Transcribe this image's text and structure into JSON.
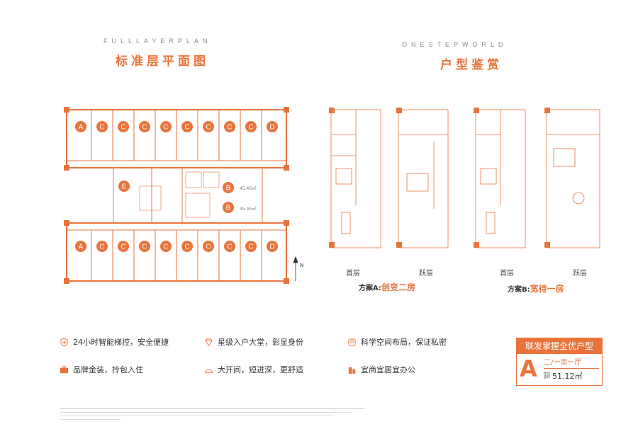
{
  "header": {
    "left_en": "FULLLAYERPLAN",
    "left_cn": "标准层平面图",
    "right_en": "ONESTEPWORLD",
    "right_cn": "户型鉴赏"
  },
  "floorplan": {
    "top_units": [
      "A",
      "C",
      "C",
      "C",
      "C",
      "C",
      "C",
      "C",
      "C",
      "D"
    ],
    "bottom_units": [
      "A",
      "C",
      "C",
      "C",
      "C",
      "C",
      "C",
      "C",
      "C",
      "D"
    ],
    "mid_left_unit": "E",
    "mid_right_units": [
      "B",
      "B"
    ],
    "mid_right_areas": [
      "45.45㎡",
      "45.45㎡"
    ],
    "compass": "N"
  },
  "schemes": {
    "a": {
      "ground_label": "首层",
      "loft_label": "跃层",
      "prefix": "方案A:",
      "name": "创变二房"
    },
    "b": {
      "ground_label": "首层",
      "loft_label": "跃层",
      "prefix": "方案B:",
      "name": "宽待一房"
    }
  },
  "features": [
    {
      "icon": "shield-icon",
      "text": "24小时智能梯控，安全便捷"
    },
    {
      "icon": "diamond-icon",
      "text": "星级入户大堂，彰显身份"
    },
    {
      "icon": "layout-icon",
      "text": "科学空间布局，保证私密"
    },
    {
      "icon": "briefcase-icon",
      "text": "品牌金装，拎包入住"
    },
    {
      "icon": "arch-icon",
      "text": "大开间，短进深，更舒适"
    },
    {
      "icon": "building-icon",
      "text": "宜商宜居宜办公"
    }
  ],
  "badge": {
    "title": "联发掌握全优户型",
    "letter": "A",
    "type": "二/一房一厅",
    "area_label": "建筑面积",
    "area": "51.12㎡"
  },
  "colors": {
    "accent": "#e8743b",
    "line": "#e8743b"
  }
}
